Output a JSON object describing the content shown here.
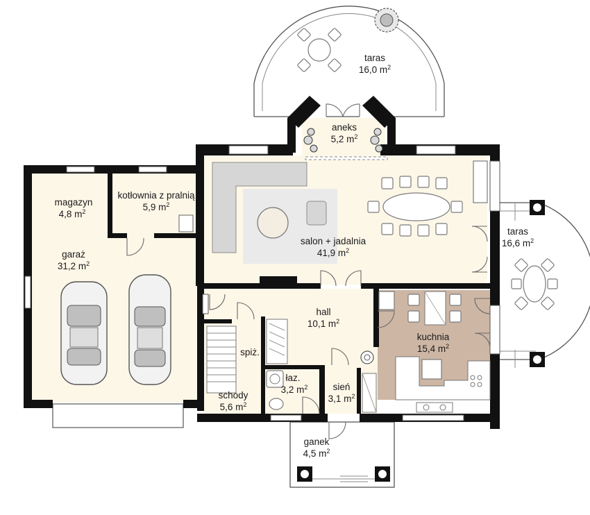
{
  "rooms": [
    {
      "id": "taras-top",
      "name": "taras",
      "area": "16,0"
    },
    {
      "id": "aneks",
      "name": "aneks",
      "area": "5,2"
    },
    {
      "id": "magazyn",
      "name": "magazyn",
      "area": "4,8"
    },
    {
      "id": "kotlownia",
      "name": "kotłownia z pralnią",
      "area": "5,9"
    },
    {
      "id": "garaz",
      "name": "garaż",
      "area": "31,2"
    },
    {
      "id": "salon",
      "name": "salon + jadalnia",
      "area": "41,9"
    },
    {
      "id": "taras-right",
      "name": "taras",
      "area": "16,6"
    },
    {
      "id": "hall",
      "name": "hall",
      "area": "10,1"
    },
    {
      "id": "kuchnia",
      "name": "kuchnia",
      "area": "15,4"
    },
    {
      "id": "spizarnia",
      "name": "spiż.",
      "area": ""
    },
    {
      "id": "lazienka",
      "name": "łaz.",
      "area": "3,2"
    },
    {
      "id": "schody",
      "name": "schody",
      "area": "5,6"
    },
    {
      "id": "sien",
      "name": "sień",
      "area": "3,1"
    },
    {
      "id": "ganek",
      "name": "ganek",
      "area": "4,5"
    }
  ],
  "unit": "m",
  "unit_exponent": "2"
}
